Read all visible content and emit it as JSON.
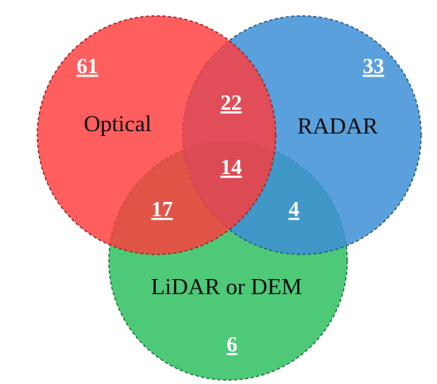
{
  "sets": [
    {
      "id": "optical",
      "label": "Optical",
      "color": "#ff3b3b"
    },
    {
      "id": "radar",
      "label": "RADAR",
      "color": "#3d8fd6"
    },
    {
      "id": "lidar",
      "label": "LiDAR or DEM",
      "color": "#2fbf5f"
    }
  ],
  "regions": [
    {
      "id": "optical_only",
      "sets": [
        "optical"
      ],
      "value": "61"
    },
    {
      "id": "radar_only",
      "sets": [
        "radar"
      ],
      "value": "33"
    },
    {
      "id": "lidar_only",
      "sets": [
        "lidar"
      ],
      "value": "6"
    },
    {
      "id": "optical_radar",
      "sets": [
        "optical",
        "radar"
      ],
      "value": "22"
    },
    {
      "id": "optical_lidar",
      "sets": [
        "optical",
        "lidar"
      ],
      "value": "17"
    },
    {
      "id": "radar_lidar",
      "sets": [
        "radar",
        "lidar"
      ],
      "value": "4"
    },
    {
      "id": "all_three",
      "sets": [
        "optical",
        "radar",
        "lidar"
      ],
      "value": "14"
    }
  ]
}
